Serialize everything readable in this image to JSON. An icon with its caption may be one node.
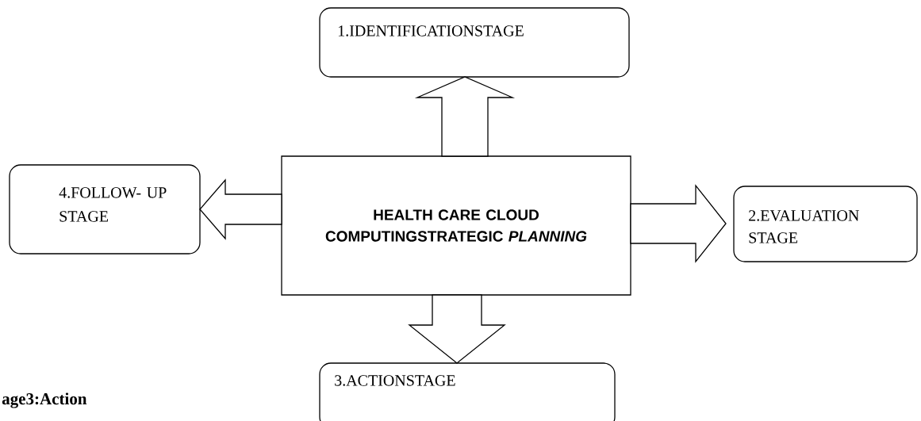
{
  "diagram": {
    "nodes": [
      {
        "text": [
          "HEALTH CARE CLOUD COMPUTINGSTRATEGIC *PLANNING*"
        ]
      },
      {
        "text": [
          "1.IDENTIFICATIONSTAGE"
        ]
      },
      {
        "text": [
          "2.EVALUATION STAGE"
        ]
      },
      {
        "text": [
          "3.ACTIONSTAGE"
        ]
      },
      {
        "text": [
          "4.FOLLOW- UP STAGE"
        ]
      }
    ],
    "edges": [
      {
        "from": 0,
        "to": 1,
        "arrow": "to"
      },
      {
        "from": 0,
        "to": 2,
        "arrow": "to"
      },
      {
        "from": 0,
        "to": 3,
        "arrow": "to"
      },
      {
        "from": 0,
        "to": 4,
        "arrow": "to"
      }
    ],
    "labels": [
      "age3:Action"
    ]
  }
}
